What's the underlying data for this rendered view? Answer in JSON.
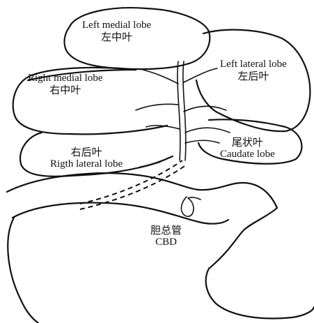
{
  "labels": {
    "left_medial": {
      "en": "Left medial lobe",
      "zh": "左中叶"
    },
    "left_lateral": {
      "en": "Left lateral lobe",
      "zh": "左后叶"
    },
    "right_medial": {
      "en": "Right medial lobe",
      "zh": "右中叶"
    },
    "right_lateral": {
      "en": "Rigth lateral lobe",
      "zh": "右后叶"
    },
    "caudate": {
      "en": "Caudate lobe",
      "zh": "尾状叶"
    },
    "cbd": {
      "en": "CBD",
      "zh": "胆总管"
    }
  },
  "colors": {
    "ink": "#111111",
    "background": "#ffffff"
  }
}
